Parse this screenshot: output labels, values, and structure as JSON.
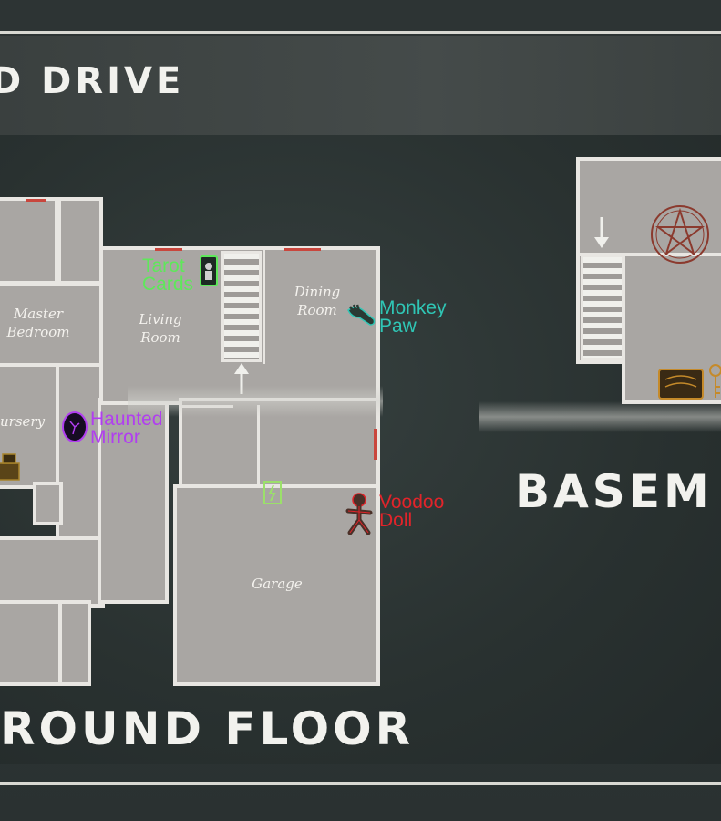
{
  "header": {
    "title_partial": "D DRIVE"
  },
  "floors": {
    "ground": {
      "label": "ROUND FLOOR"
    },
    "basement": {
      "label": "BASEM"
    }
  },
  "rooms": {
    "master_bedroom": "Master\nBedroom",
    "living_room": "Living\nRoom",
    "dining_room": "Dining\nRoom",
    "nursery": "ursery",
    "garage": "Garage"
  },
  "items": {
    "tarot_cards": {
      "label": "Tarot\nCards",
      "color": "#5ee85a",
      "icon": "tarot-card-icon"
    },
    "monkey_paw": {
      "label": "Monkey\nPaw",
      "color": "#2fc6b5",
      "icon": "monkey-paw-icon"
    },
    "haunted_mirror": {
      "label": "Haunted\nMirror",
      "color": "#b13ef0",
      "icon": "mirror-icon"
    },
    "voodoo_doll": {
      "label": "Voodoo\nDoll",
      "color": "#e2242a",
      "icon": "voodoo-doll-icon"
    },
    "summoning_circle": {
      "icon": "pentagram-icon",
      "color": "#8b3a2e"
    },
    "ouija_board": {
      "icon": "ouija-board-icon",
      "color": "#c58a2a"
    },
    "music_box": {
      "icon": "music-box-icon",
      "color": "#a8832a"
    },
    "fuse_box": {
      "icon": "fuse-box-icon",
      "color": "#9be06a"
    }
  },
  "colors": {
    "background": "#2a3030",
    "room_fill": "#a9a6a3",
    "walls": "#e8e6e2",
    "doors": "#c9463d"
  }
}
